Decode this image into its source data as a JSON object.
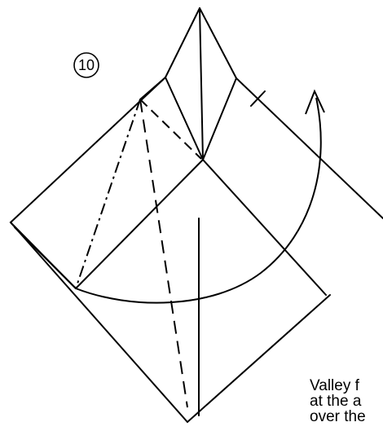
{
  "step": {
    "number": "10"
  },
  "caption": {
    "lines": [
      "Valley f",
      "at the a",
      "over the",
      ""
    ]
  },
  "colors": {
    "ink": "#000000",
    "paper": "#ffffff"
  }
}
